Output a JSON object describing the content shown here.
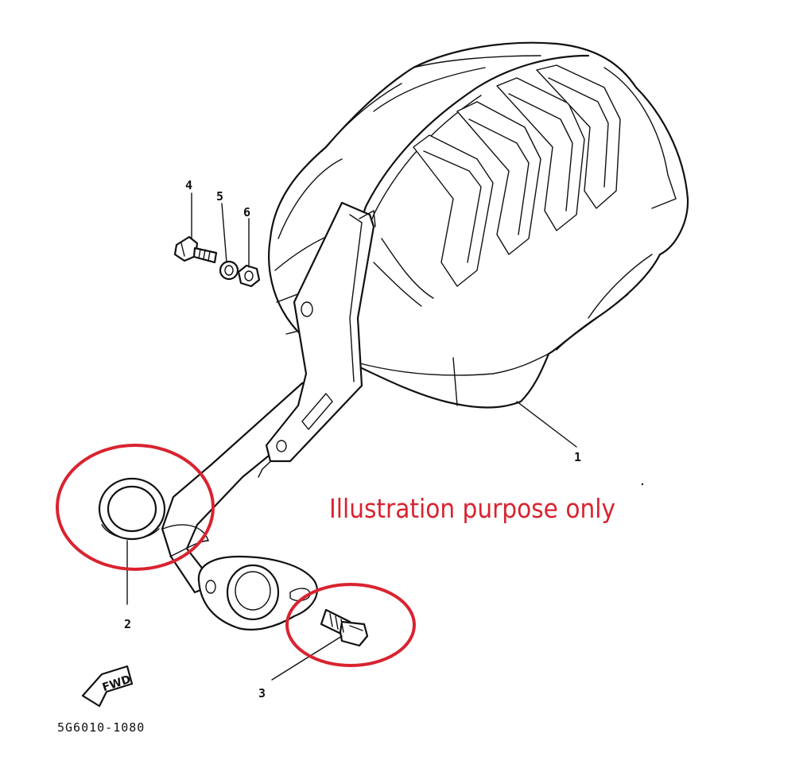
{
  "diagram": {
    "callouts": [
      {
        "id": "1",
        "label": "1"
      },
      {
        "id": "2",
        "label": "2"
      },
      {
        "id": "3",
        "label": "3"
      },
      {
        "id": "4",
        "label": "4"
      },
      {
        "id": "5",
        "label": "5"
      },
      {
        "id": "6",
        "label": "6"
      }
    ],
    "part_code": "5G6010-1080",
    "direction_marker": "FWD",
    "overlay_note": "Illustration purpose only",
    "colors": {
      "line_art": "#111111",
      "highlight": "#d92330",
      "background": "#ffffff"
    }
  }
}
